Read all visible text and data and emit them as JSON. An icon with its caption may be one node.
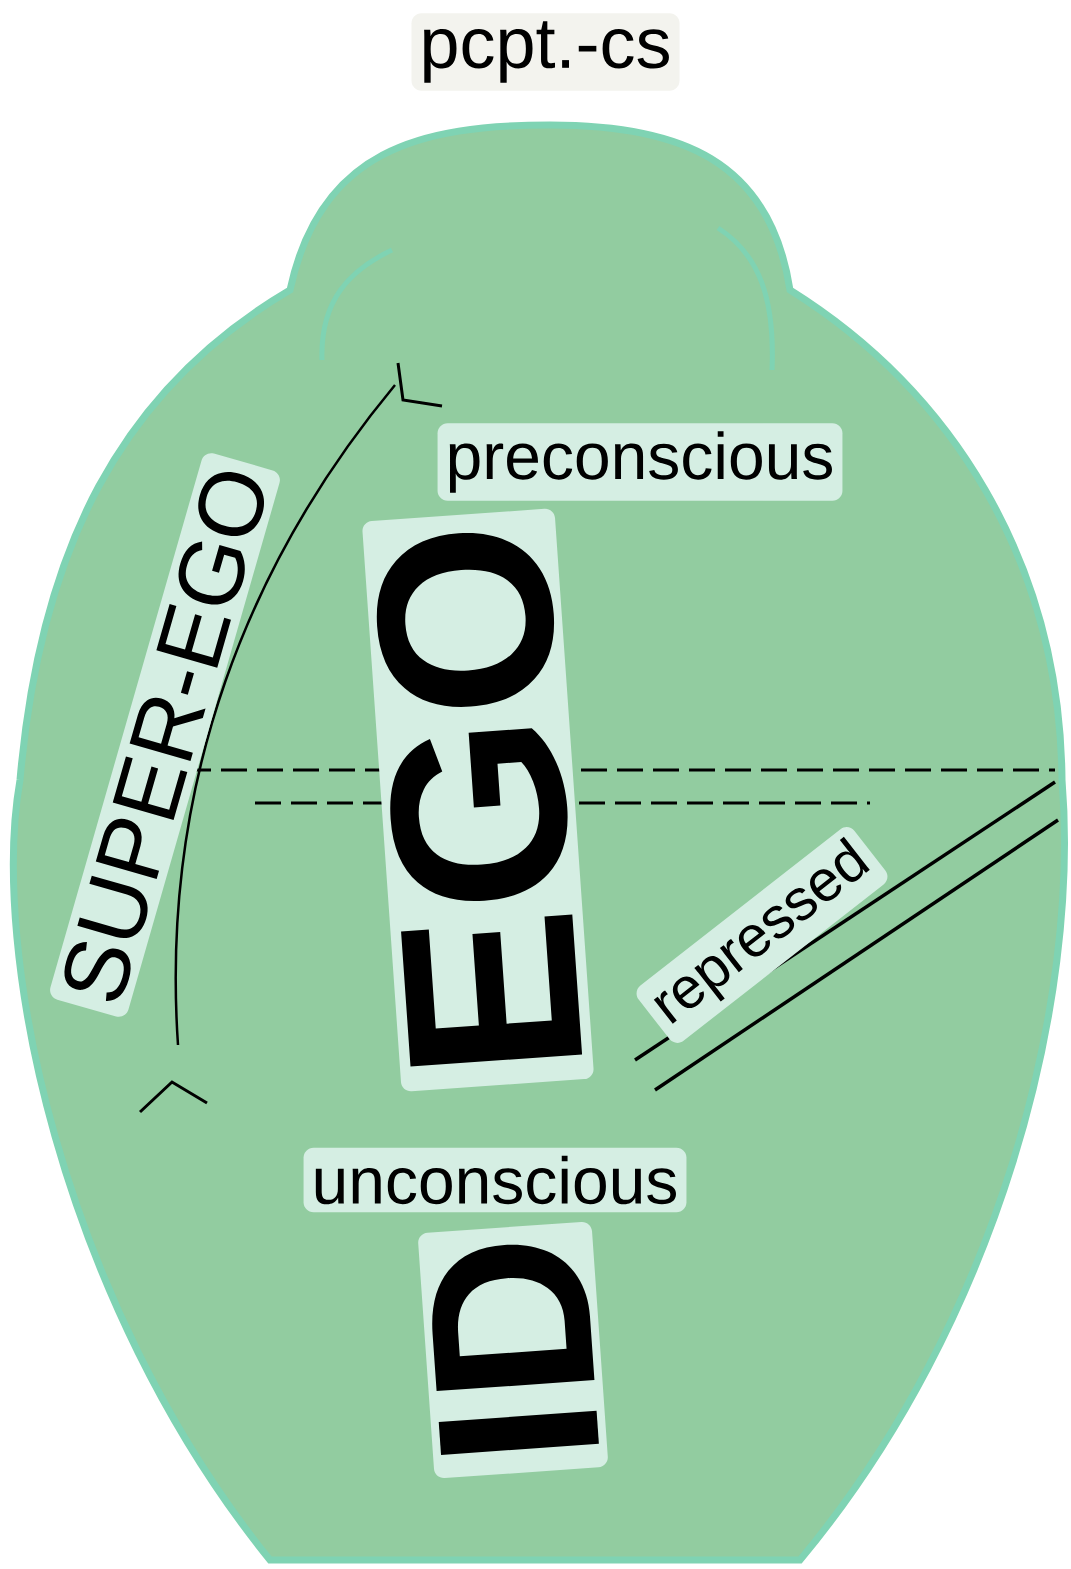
{
  "diagram": {
    "nodes": [
      {
        "text": [],
        "shape": "circle"
      },
      {
        "text": [
          "pcpt.-cs"
        ]
      },
      {
        "text": [
          "SUPER-EGO"
        ],
        "in": 0
      },
      {
        "text": [
          "preconscious"
        ],
        "in": 0
      },
      {
        "text": [
          "EGO"
        ],
        "in": 0
      },
      {
        "text": [
          "repressed"
        ],
        "in": 0
      },
      {
        "text": [
          "unconscious"
        ],
        "in": 0
      },
      {
        "text": [
          "ID"
        ],
        "in": 0
      }
    ]
  }
}
